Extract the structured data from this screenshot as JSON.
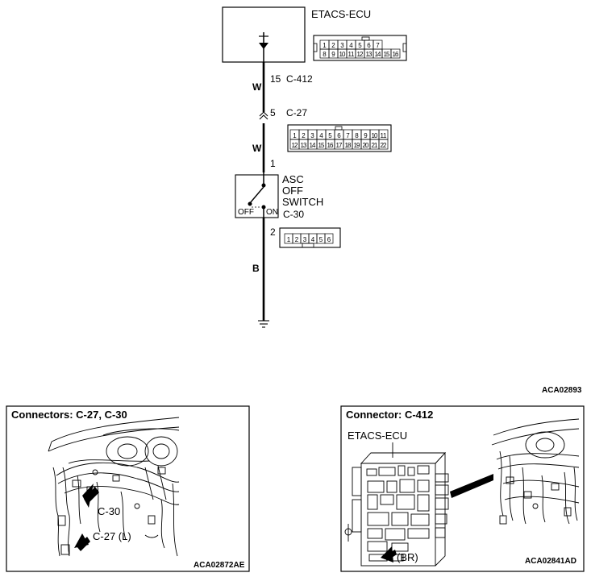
{
  "ecu": {
    "label": "ETACS-ECU",
    "connector_pins_top": [
      "1",
      "2",
      "3",
      "4",
      "5",
      "6",
      "7"
    ],
    "connector_pins_bottom": [
      "8",
      "9",
      "10",
      "11",
      "12",
      "13",
      "14",
      "15",
      "16"
    ]
  },
  "wire_segments": [
    {
      "color_code": "W"
    },
    {
      "color_code": "W"
    },
    {
      "color_code": "B"
    }
  ],
  "terminals": [
    {
      "pin": "15",
      "connector": "C-412"
    },
    {
      "pin": "5",
      "connector": "C-27"
    },
    {
      "pin": "1",
      "connector": ""
    },
    {
      "pin": "2",
      "connector": ""
    }
  ],
  "c27_pins_top": [
    "1",
    "2",
    "3",
    "4",
    "5",
    "6",
    "7",
    "8",
    "9",
    "10",
    "11"
  ],
  "c27_pins_bottom": [
    "12",
    "13",
    "14",
    "15",
    "16",
    "17",
    "18",
    "19",
    "20",
    "21",
    "22"
  ],
  "switch": {
    "name_lines": [
      "ASC",
      "OFF",
      "SWITCH"
    ],
    "connector": "C-30",
    "off_label": "OFF",
    "on_label": "ON",
    "pins": [
      "1",
      "2",
      "3",
      "4",
      "5",
      "6"
    ]
  },
  "diagram_code": "ACA02893",
  "panel_left": {
    "title": "Connectors: C-27, C-30",
    "callouts": [
      "C-30",
      "C-27 (L)"
    ],
    "code": "ACA02872AE"
  },
  "panel_right": {
    "title": "Connector: C-412",
    "unit_label": "ETACS-ECU",
    "callout": "(BR)",
    "code": "ACA02841AD"
  }
}
